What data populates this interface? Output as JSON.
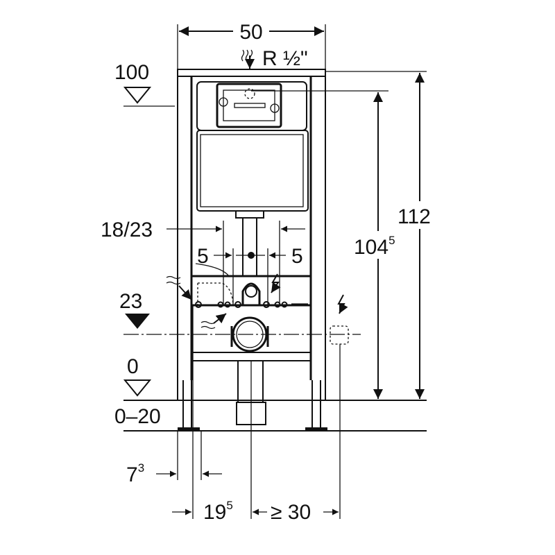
{
  "title": "Installation frame dimension drawing",
  "dimensions": {
    "width": "50",
    "water_connection": "R ½\"",
    "height_level_top": "100",
    "flush_bend_spacing": "18/23",
    "offset_left": "5",
    "offset_right": "5",
    "height_inner": {
      "base": "104",
      "sup": "5"
    },
    "height_total": "112",
    "drain_level": "23",
    "floor_level": "0",
    "floor_adjust": "0–20",
    "foot_depth": {
      "base": "7",
      "sup": "3"
    },
    "drain_depth": {
      "base": "19",
      "sup": "5"
    },
    "electrical_offset": "≥ 30"
  },
  "icons": [
    "water-supply-icon",
    "electrical-icon",
    "flush-water-icon"
  ]
}
